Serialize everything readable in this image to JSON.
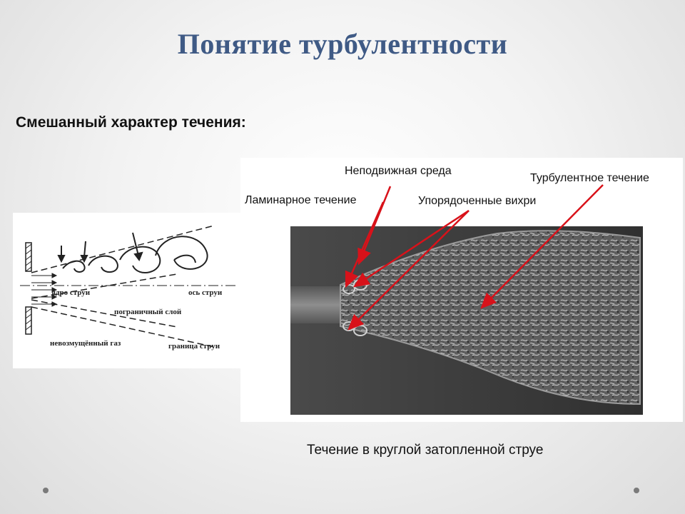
{
  "slide": {
    "title": "Понятие турбулентности",
    "subtitle": "Смешанный характер течения:",
    "caption": "Течение в круглой затопленной струе"
  },
  "diagram": {
    "labels": {
      "core": "ядро струи",
      "axis": "ось струи",
      "boundary_layer": "пограничный слой",
      "undisturbed_gas": "невозмущённый газ",
      "jet_boundary": "граница струи"
    }
  },
  "photo": {
    "labels": {
      "stationary_medium": "Неподвижная среда",
      "laminar": "Ламинарное течение",
      "ordered_vortices": "Упорядоченные вихри",
      "turbulent": "Турбулентное течение"
    },
    "arrow_color": "#d8121a"
  },
  "nav": {
    "left_dot_icon": "nav-dot-icon",
    "right_dot_icon": "nav-dot-icon"
  }
}
